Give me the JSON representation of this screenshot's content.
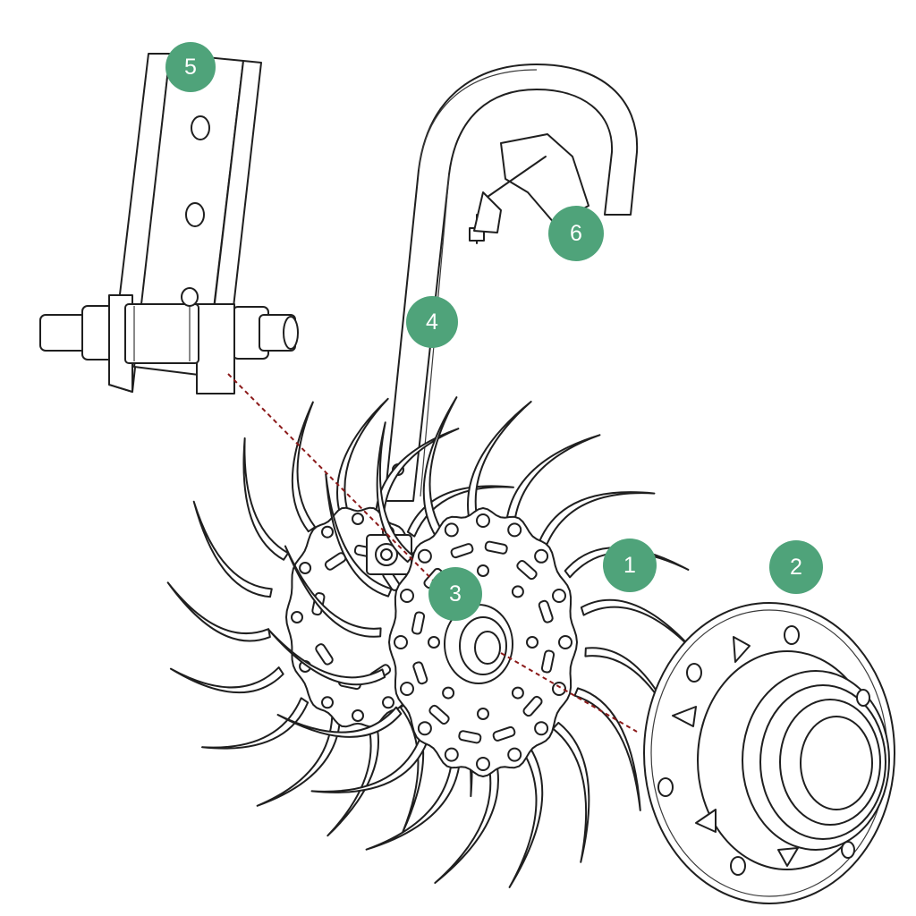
{
  "diagram": {
    "badge_color": "#4fa37a",
    "leader_color": "#8b1a1a",
    "callouts": [
      {
        "label": "1",
        "part": "spiked-rotor-disc"
      },
      {
        "label": "2",
        "part": "wheel-hub"
      },
      {
        "label": "3",
        "part": "center-bearing"
      },
      {
        "label": "4",
        "part": "spring-arm"
      },
      {
        "label": "5",
        "part": "mounting-bracket"
      },
      {
        "label": "6",
        "part": "clamp-bolt"
      }
    ]
  }
}
